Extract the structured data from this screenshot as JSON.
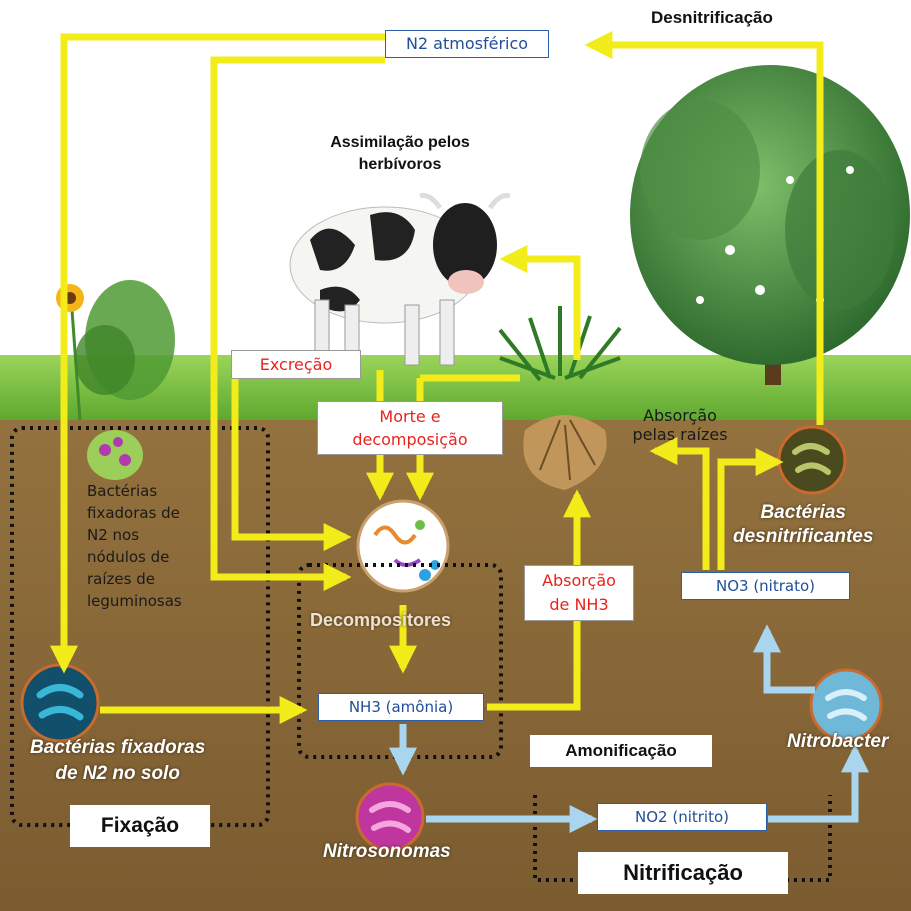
{
  "labels": {
    "desnitrificacao": "Desnitrificação",
    "n2_atmosferico": "N2 atmosférico",
    "assimilacao_l1": "Assimilação pelos",
    "assimilacao_l2": "herbívoros",
    "excrecao": "Excreção",
    "morte_l1": "Morte e",
    "morte_l2": "decomposição",
    "absorcao_raizes_l1": "Absorção",
    "absorcao_raizes_l2": "pelas raízes",
    "bacterias_nodulos": [
      "Bactérias",
      "fixadoras de",
      "N2 nos",
      "nódulos de",
      "raízes de",
      "leguminosas"
    ],
    "bacterias_desnit_l1": "Bactérias",
    "bacterias_desnit_l2": "desnitrificantes",
    "decompositores": "Decompositores",
    "absorcao_nh3_l1": "Absorção",
    "absorcao_nh3_l2": "de NH3",
    "nitrato": "NO3 (nitrato)",
    "nh3_amonia": "NH3 (amônia)",
    "bacterias_solo_l1": "Bactérias fixadoras",
    "bacterias_solo_l2": "de N2 no solo",
    "amonificacao": "Amonificação",
    "nitrobacter": "Nitrobacter",
    "fixacao": "Fixação",
    "nitrosonomas": "Nitrosonomas",
    "nitrito": "NO2 (nitrito)",
    "nitrificacao": "Nitrificação"
  },
  "colors": {
    "yellow_arrow": "#f2ec1a",
    "blue_arrow": "#a9d6ee",
    "soil": "#8b6a3b",
    "grass": "#7cc242",
    "sky": "#ffffff",
    "box_border": "#2d5fa8",
    "red_text": "#e8231e"
  }
}
